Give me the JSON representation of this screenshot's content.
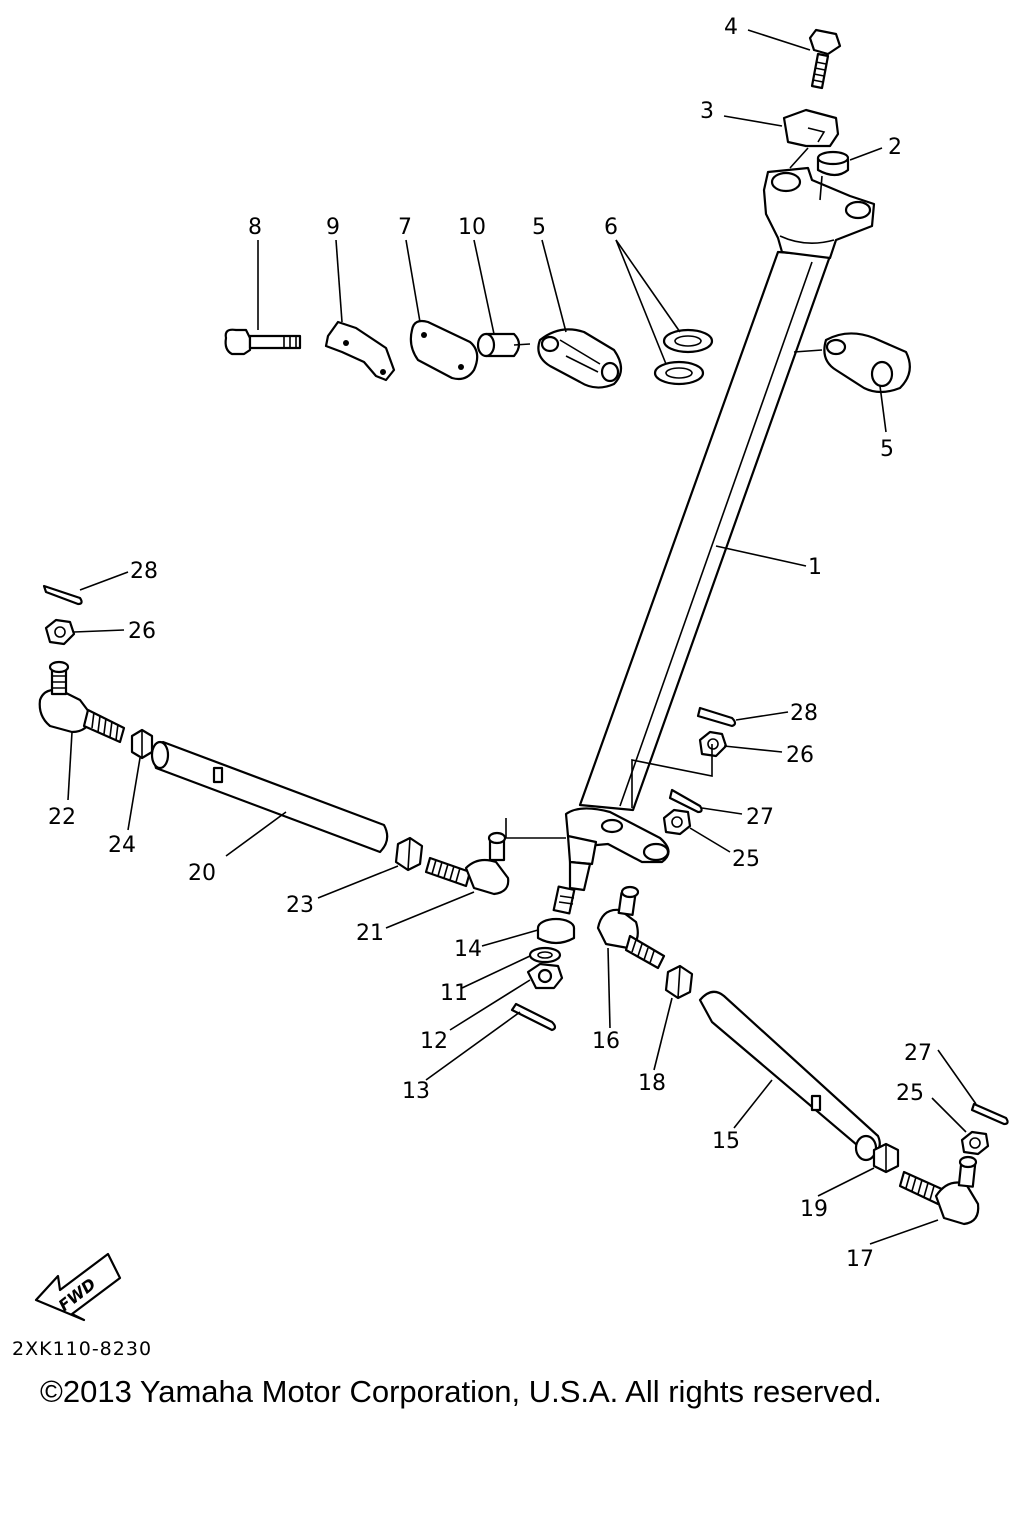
{
  "callouts": {
    "c1": "1",
    "c2": "2",
    "c3": "3",
    "c4": "4",
    "c5a": "5",
    "c5b": "5",
    "c6": "6",
    "c7": "7",
    "c8": "8",
    "c9": "9",
    "c10": "10",
    "c11": "11",
    "c12": "12",
    "c13": "13",
    "c14": "14",
    "c15": "15",
    "c16": "16",
    "c17": "17",
    "c18": "18",
    "c19": "19",
    "c20": "20",
    "c21": "21",
    "c22": "22",
    "c23": "23",
    "c24": "24",
    "c25a": "25",
    "c25b": "25",
    "c26a": "26",
    "c26b": "26",
    "c27a": "27",
    "c27b": "27",
    "c28a": "28",
    "c28b": "28"
  },
  "fwd_label": "FWD",
  "drawing_code": "2XK110-8230",
  "copyright": "©2013 Yamaha Motor Corporation, U.S.A. All rights reserved."
}
